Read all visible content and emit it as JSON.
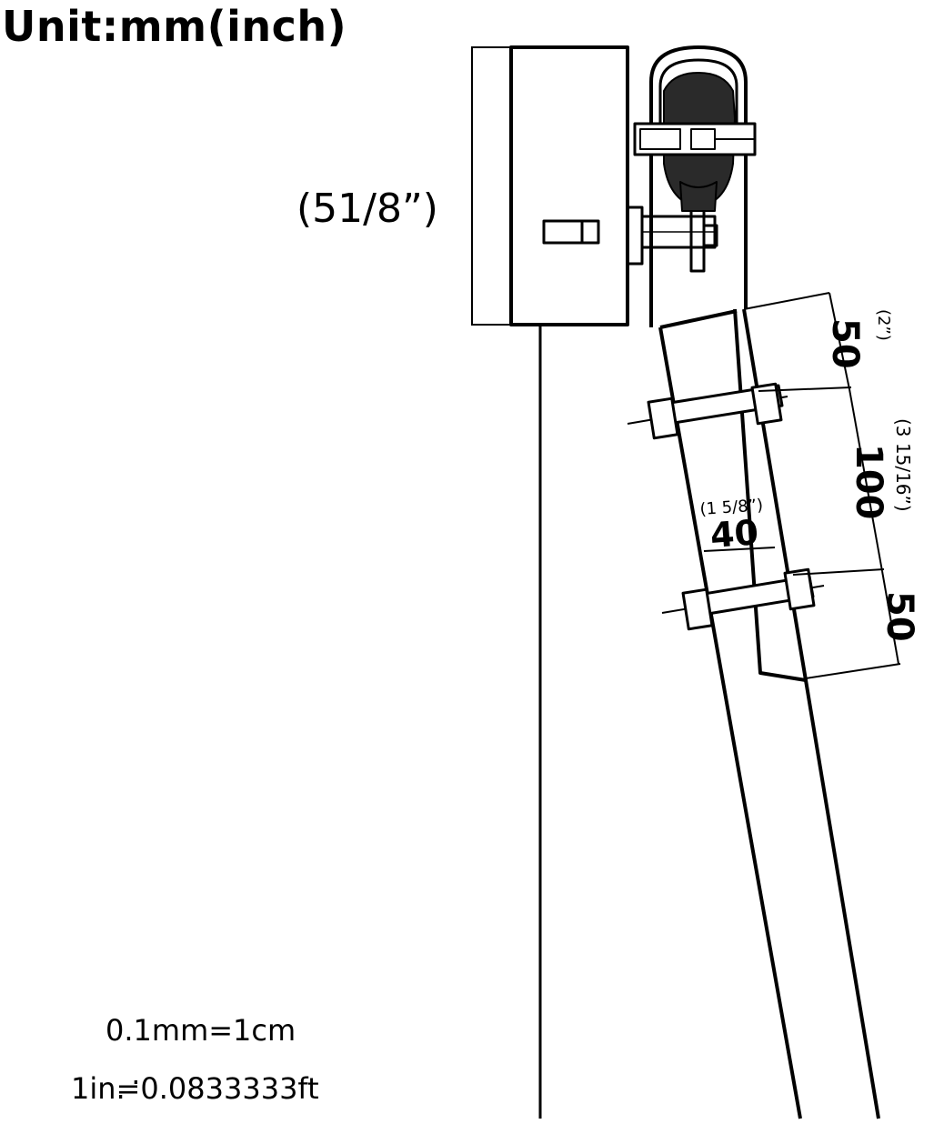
{
  "title": "Unit:mm(inch)",
  "hanger_height_label": "(51/8”)",
  "dimensions": {
    "top_offset_mm": "50",
    "top_offset_in": "(2”)",
    "bolt_spacing_mm": "100",
    "bolt_spacing_in": "(3 15/16”)",
    "strap_width_mm": "40",
    "strap_width_in": "(1 5/8”)",
    "bottom_offset_mm": "50"
  },
  "conversion_notes": {
    "line1": "0.1mm=1cm",
    "line2": "1in≓0.0833333ft"
  }
}
